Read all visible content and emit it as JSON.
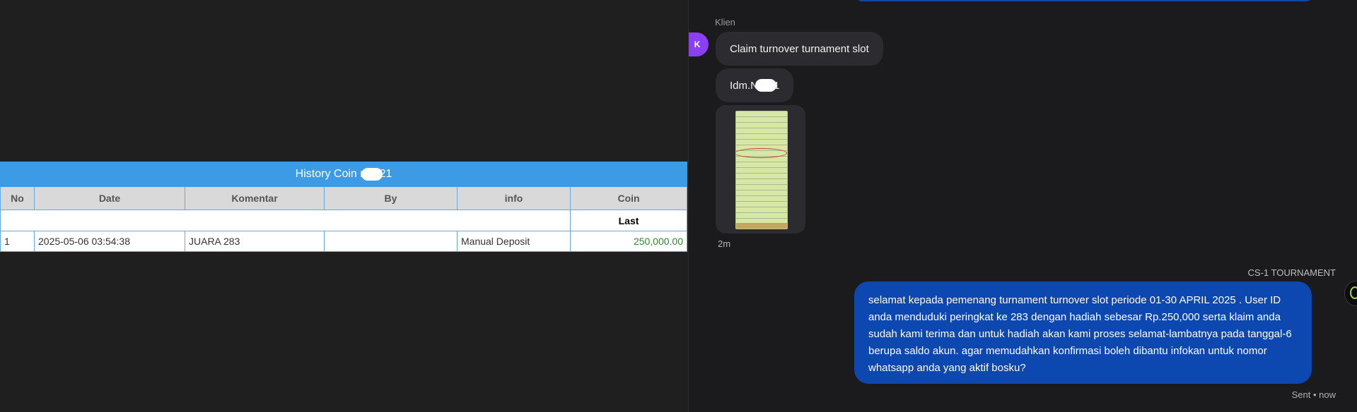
{
  "history_table": {
    "title_prefix": "History Coin r",
    "title_suffix": "21",
    "headers": [
      "No",
      "Date",
      "Komentar",
      "By",
      "info",
      "Coin"
    ],
    "last_label": "Last",
    "rows": [
      {
        "no": "1",
        "date": "2025-05-06 03:54:38",
        "komentar": "JUARA 283",
        "by": "",
        "info": "Manual Deposit",
        "coin": "250,000.00"
      }
    ]
  },
  "chat": {
    "client_name": "Klien",
    "client_avatar_letter": "K",
    "messages_in": [
      {
        "text": "Claim turnover turnament slot"
      },
      {
        "text_prefix": "Idm.N",
        "text_suffix": "1"
      }
    ],
    "image_message": {
      "icon": "screenshot-thumbnail"
    },
    "incoming_time": "2m",
    "agent_name": "CS-1 TOURNAMENT",
    "message_out": "selamat kepada pemenang turnament turnover slot periode 01-30 APRIL 2025 . User ID anda menduduki peringkat ke 283 dengan hadiah sebesar Rp.250,000 serta klaim anda sudah kami terima dan untuk hadiah akan kami proses selamat-lambatnya pada tanggal-6 berupa saldo akun. agar memudahkan konfirmasi boleh dibantu infokan untuk nomor whatsapp anda yang aktif bosku?",
    "sent_status": "Sent • now"
  },
  "colors": {
    "table_title_bg": "#3d9be6",
    "outgoing_bubble": "#0d47b0",
    "incoming_bubble": "#2c2c30",
    "avatar": "#8a3ff0",
    "coin_value": "#2e8b2e"
  }
}
